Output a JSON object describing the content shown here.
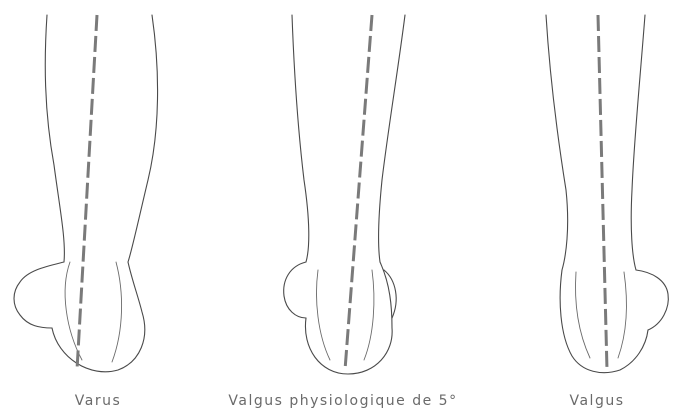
{
  "figure": {
    "panels": [
      {
        "id": "varus",
        "caption": "Varus"
      },
      {
        "id": "physio",
        "caption": "Valgus physiologique de 5°"
      },
      {
        "id": "valgus",
        "caption": "Valgus"
      }
    ]
  }
}
